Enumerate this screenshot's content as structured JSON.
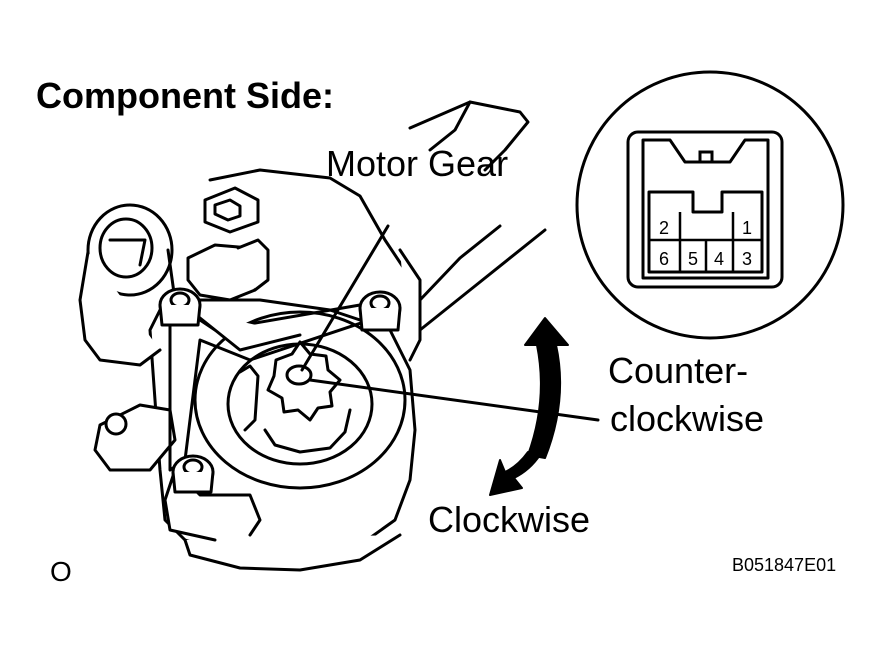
{
  "diagram": {
    "title": "Component Side:",
    "labels": {
      "motor_gear": "Motor Gear",
      "counter_line1": "Counter-",
      "counter_line2": "clockwise",
      "clockwise": "Clockwise"
    },
    "connector_pins": [
      "2",
      "1",
      "6",
      "5",
      "4",
      "3"
    ],
    "corner_code": "O",
    "figure_id": "B051847E01"
  }
}
